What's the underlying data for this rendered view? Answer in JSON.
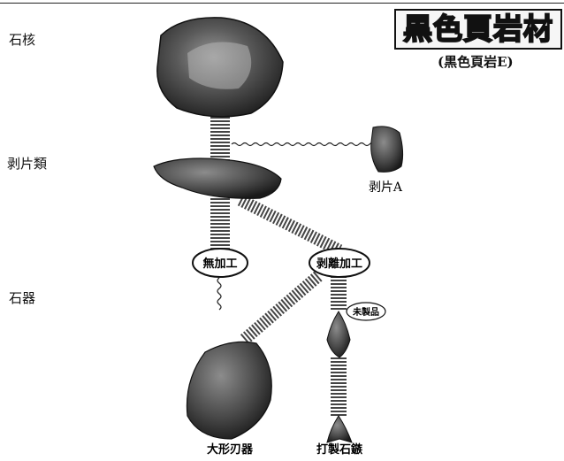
{
  "title": "黒色頁岩材",
  "subtitle": "(黒色頁岩E)",
  "stages": {
    "core": "石核",
    "flakes": "剥片類",
    "tools": "石器"
  },
  "specimens": {
    "flake_a": "剥片A",
    "large_blade": "大形刃器",
    "arrowhead": "打製石鏃"
  },
  "processes": {
    "unprocessed": "無加工",
    "retouched": "剥離加工",
    "unfinished": "未製品"
  }
}
